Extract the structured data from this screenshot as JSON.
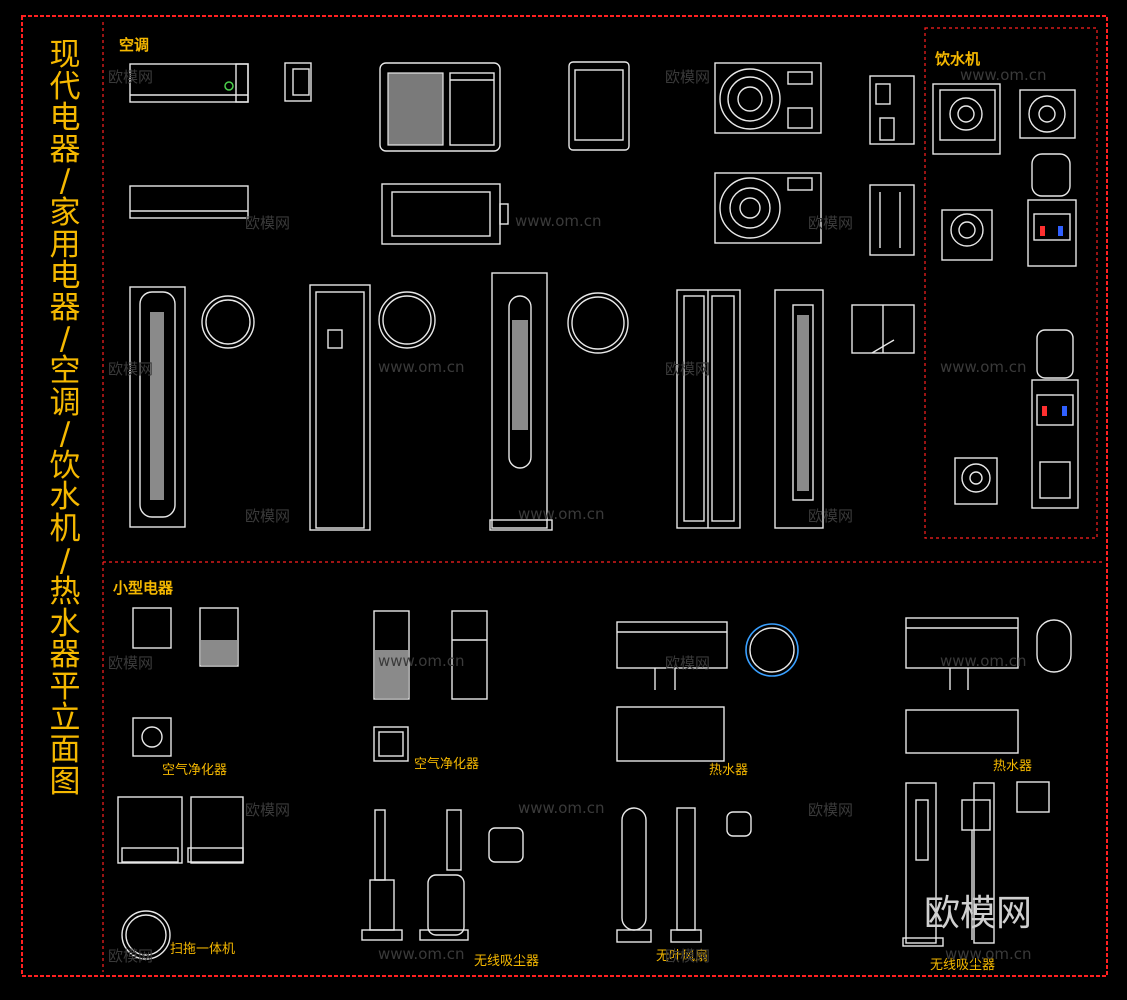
{
  "title_chars": [
    "现",
    "代",
    "电",
    "器",
    "/",
    "家",
    "用",
    "电",
    "器",
    "/",
    "空",
    "调",
    "/",
    "饮",
    "水",
    "机",
    "/",
    "热",
    "水",
    "器",
    "平",
    "立",
    "面",
    "图"
  ],
  "sections": {
    "ac": "空调",
    "water_dispenser": "饮水机",
    "small": "小型电器"
  },
  "labels": {
    "air_purifier_1": "空气净化器",
    "air_purifier_2": "空气净化器",
    "water_heater_1": "热水器",
    "water_heater_2": "热水器",
    "robot": "扫拖一体机",
    "vacuum_1": "无线吸尘器",
    "fan": "无叶风扇",
    "vacuum_2": "无线吸尘器"
  },
  "watermarks": {
    "brand": "欧模网",
    "url": "www.om.cn"
  },
  "colors": {
    "frame": "#ff2020",
    "label": "#f5b800",
    "line": "#e8e8e8",
    "background": "#000000"
  }
}
